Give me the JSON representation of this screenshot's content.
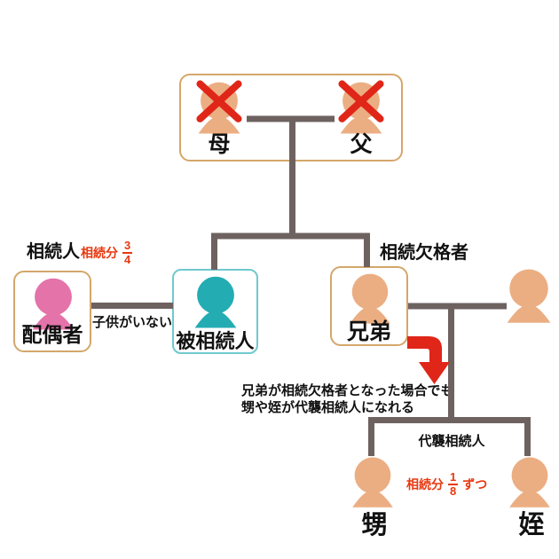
{
  "colors": {
    "line": "#6e6260",
    "box_border": "#d4a76a",
    "decedent_border": "#6fc9ce",
    "person_tan": "#ebae82",
    "person_pink": "#e373a9",
    "person_teal": "#24acb3",
    "red_mark": "#df2619",
    "red_text": "#e8380f",
    "text": "#111111"
  },
  "parents": {
    "mother": "母",
    "father": "父"
  },
  "spouse": {
    "heir_label": "相続人",
    "share_prefix": "相続分",
    "share_numerator": "3",
    "share_denominator": "4",
    "name": "配偶者"
  },
  "decedent": {
    "name": "被相続人"
  },
  "relationship_note": "子供がいない",
  "sibling": {
    "status": "相続欠格者",
    "name": "兄弟"
  },
  "arrow_note": {
    "line1": "兄弟が相続欠格者となった場合でも",
    "line2": "甥や姪が代襲相続人になれる"
  },
  "descendants": {
    "group_label": "代襲相続人",
    "share_prefix": "相続分",
    "share_numerator": "1",
    "share_denominator": "8",
    "share_suffix": "ずつ",
    "nephew": "甥",
    "niece": "姪"
  },
  "icons": {
    "person": "person-silhouette",
    "deceased_mark": "red-x-cross",
    "substitute_arrow": "red-down-arrow"
  }
}
